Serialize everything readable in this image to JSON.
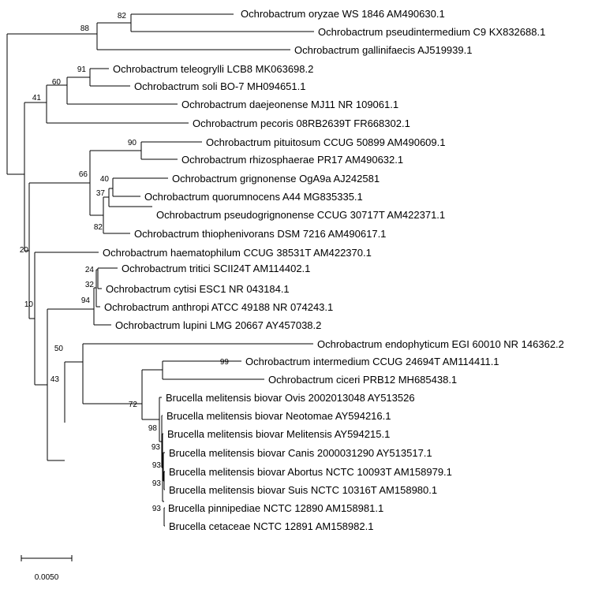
{
  "taxa": [
    "Ochrobactrum oryzae WS 1846 AM490630.1",
    "Ochrobactrum pseudintermedium C9 KX832688.1",
    "Ochrobactrum gallinifaecis AJ519939.1",
    "Ochrobactrum teleogrylli LCB8 MK063698.2",
    "Ochrobactrum soli BO-7 MH094651.1",
    "Ochrobactrum daejeonense MJ11 NR 109061.1",
    "Ochrobactrum pecoris 08RB2639T FR668302.1",
    "Ochrobactrum pituitosum CCUG 50899 AM490609.1",
    "Ochrobactrum rhizosphaerae PR17 AM490632.1",
    "Ochrobactrum grignonense OgA9a AJ242581",
    "Ochrobactrum quorumnocens A44 MG835335.1",
    "Ochrobactrum pseudogrignonense CCUG 30717T AM422371.1",
    "Ochrobactrum thiophenivorans DSM 7216 AM490617.1",
    "Ochrobactrum haematophilum CCUG 38531T AM422370.1",
    "Ochrobactrum tritici SCII24T AM114402.1",
    "Ochrobactrum cytisi ESC1 NR 043184.1",
    "Ochrobactrum anthropi ATCC 49188 NR 074243.1",
    "Ochrobactrum lupini LMG 20667 AY457038.2",
    "Ochrobactrum endophyticum EGI 60010 NR 146362.2",
    "Ochrobactrum intermedium CCUG 24694T AM114411.1",
    "Ochrobactrum ciceri PRB12 MH685438.1",
    "Brucella melitensis biovar Ovis 2002013048 AY513526",
    "Brucella melitensis biovar Neotomae AY594216.1",
    "Brucella melitensis biovar Melitensis AY594215.1",
    "Brucella melitensis biovar Canis 2000031290 AY513517.1",
    "Brucella melitensis biovar Abortus NCTC 10093T AM158979.1",
    "Brucella melitensis biovar Suis NCTC 10316T AM158980.1",
    "Brucella pinnipediae NCTC 12890 AM158981.1",
    "Brucella cetaceae NCTC 12891 AM158982.1"
  ],
  "bootstrap": [
    "82",
    "88",
    "91",
    "60",
    "41",
    "90",
    "40",
    "37",
    "66",
    "82",
    "20",
    "24",
    "32",
    "94",
    "10",
    "50",
    "99",
    "72",
    "43",
    "98",
    "93",
    "93",
    "93",
    "93"
  ],
  "scale_bar": {
    "label": "0.0050"
  }
}
